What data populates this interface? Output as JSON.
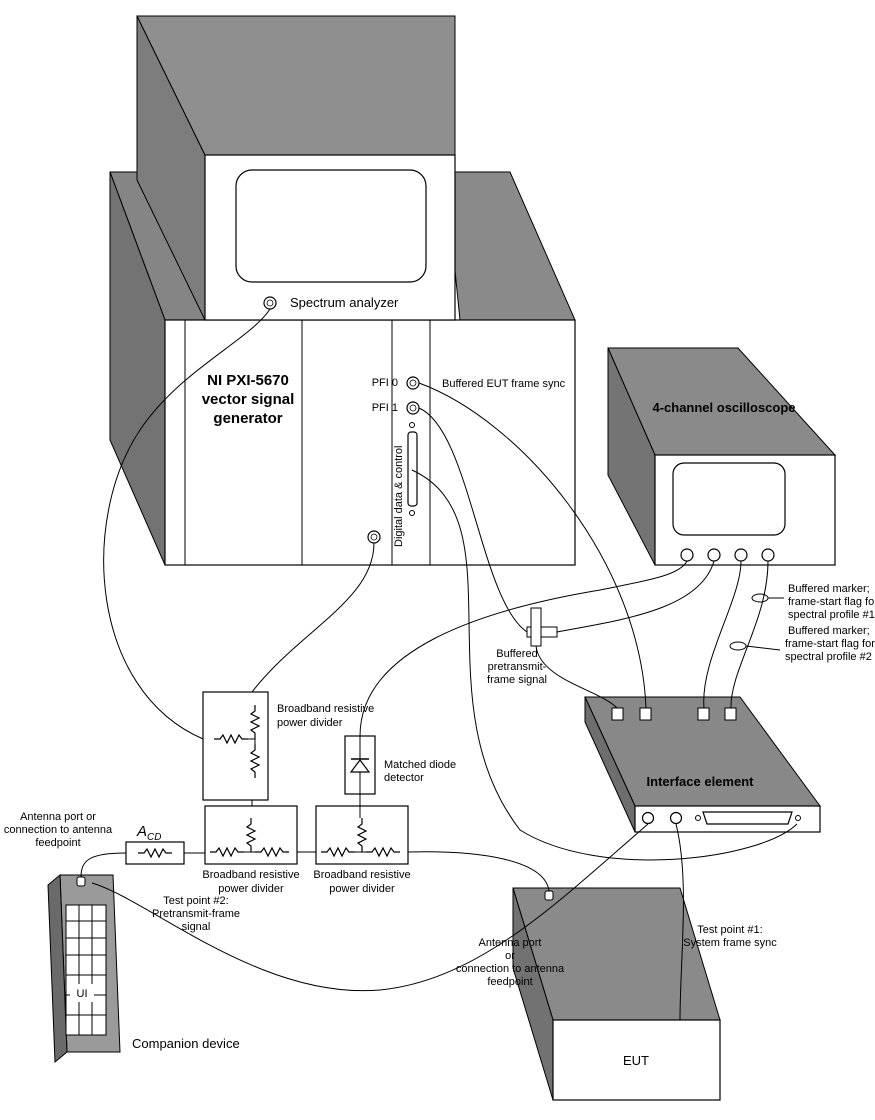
{
  "labels": {
    "spectrum_analyzer": "Spectrum analyzer",
    "vsg_line1": "NI PXI-5670",
    "vsg_line2": "vector signal",
    "vsg_line3": "generator",
    "pfi0": "PFI 0",
    "pfi1": "PFI 1",
    "digital_data": "Digital data & control",
    "buffered_eut_sync": "Buffered EUT frame sync",
    "oscilloscope": "4-channel oscilloscope",
    "marker1_l1": "Buffered marker;",
    "marker1_l2": "frame-start flag for",
    "marker1_l3": "spectral profile #1",
    "marker2_l1": "Buffered marker;",
    "marker2_l2": "frame-start flag for",
    "marker2_l3": "spectral profile #2",
    "pretransmit_l1": "Buffered",
    "pretransmit_l2": "pretransmit-",
    "pretransmit_l3": "frame signal",
    "divider_top_l1": "Broadband resistive",
    "divider_top_l2": "power divider",
    "interface_element": "Interface element",
    "diode_l1": "Matched diode",
    "diode_l2": "detector",
    "acd": "A",
    "acd_sub": "CD",
    "antenna_left_l1": "Antenna port or",
    "antenna_left_l2": "connection to antenna",
    "antenna_left_l3": "feedpoint",
    "divider_bl_l1": "Broadband resistive",
    "divider_bl_l2": "power divider",
    "divider_br_l1": "Broadband resistive",
    "divider_br_l2": "power divider",
    "tp2_l1": "Test point #2:",
    "tp2_l2": "Pretransmit-frame",
    "tp2_l3": "signal",
    "antenna_right_l1": "Antenna port",
    "antenna_right_l2": "or",
    "antenna_right_l3": "connection to antenna",
    "antenna_right_l4": "feedpoint",
    "tp1_l1": "Test point #1:",
    "tp1_l2": "System frame sync",
    "ui": "UI",
    "companion_device": "Companion device",
    "eut": "EUT"
  }
}
